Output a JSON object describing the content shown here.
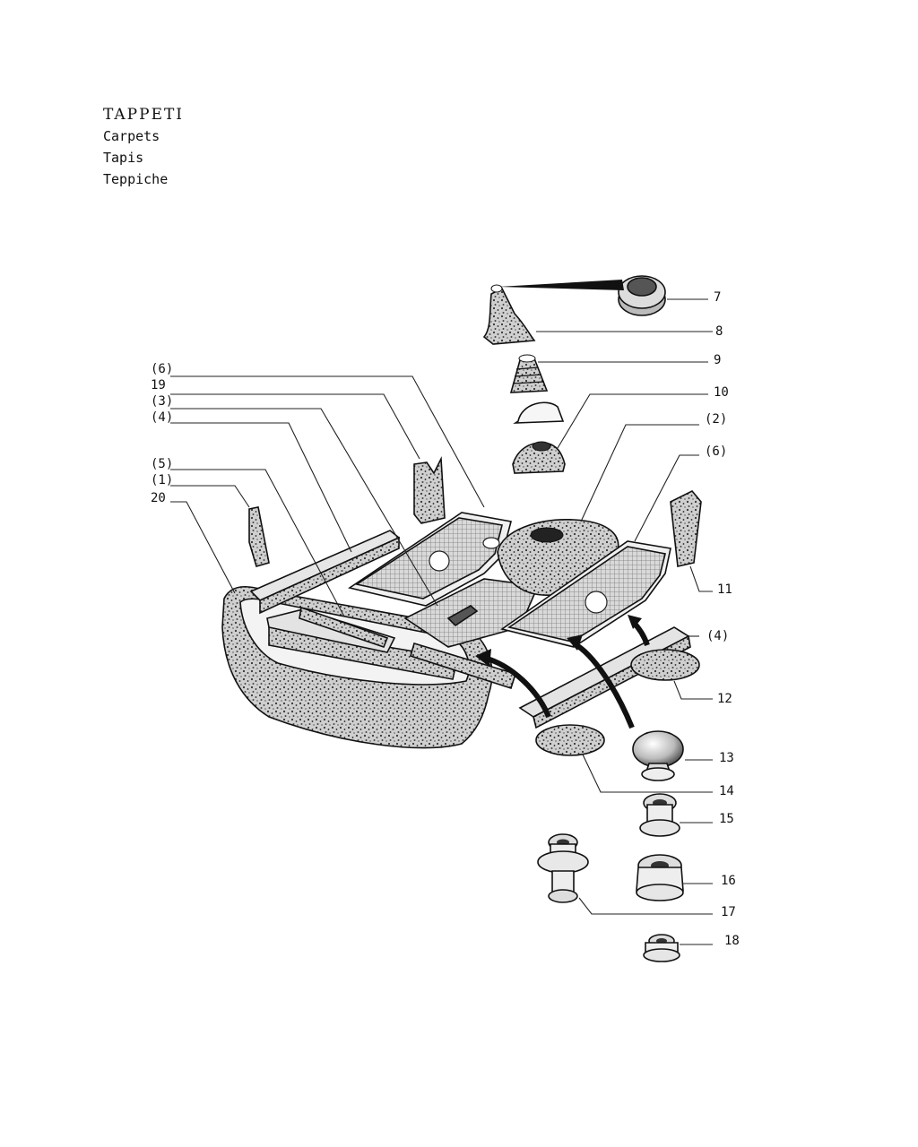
{
  "heading": {
    "title": "TAPPETI",
    "subtitles": [
      "Carpets",
      "Tapis",
      "Teppiche"
    ]
  },
  "callouts": {
    "c7": "7",
    "c8": "8",
    "c9": "9",
    "c10": "10",
    "c2": "(2)",
    "c6_right": "(6)",
    "c11": "11",
    "c4_right": "(4)",
    "c12": "12",
    "c13": "13",
    "c14": "14",
    "c15": "15",
    "c16": "16",
    "c17": "17",
    "c18": "18",
    "c6_left": "(6)",
    "c19": "19",
    "c3": "(3)",
    "c4_left": "(4)",
    "c5": "(5)",
    "c1": "(1)",
    "c20": "20"
  }
}
